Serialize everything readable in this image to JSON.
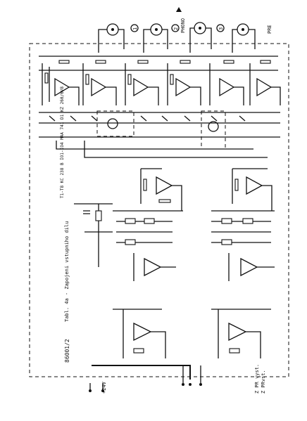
{
  "sheet": {
    "background": "#ffffff",
    "ink": "#111111"
  },
  "inputs": [
    {
      "id": "in1",
      "label": "1"
    },
    {
      "id": "in2",
      "label": "2"
    },
    {
      "id": "in3",
      "label": "PHONO"
    },
    {
      "id": "in4",
      "label": "3"
    },
    {
      "id": "in5",
      "label": "PRE"
    }
  ],
  "notes": {
    "caption": "Tabl. 4a - Zapojeni vstupniho dilu",
    "drawing_number": "86001/2",
    "supply": "+24V",
    "output_left": "Z PR vyst.",
    "output_right": "Z PRvst.",
    "ic_block": "T1-T8 KC 238 B  IO1-IO4 MAA 741  D1 KZ 260/6V8"
  }
}
